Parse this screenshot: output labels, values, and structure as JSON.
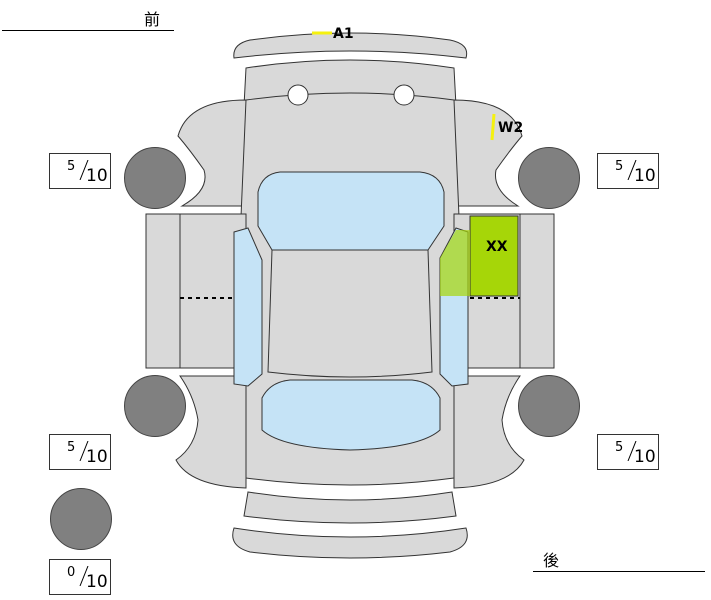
{
  "header": {
    "front_label": "前",
    "rear_label": "後"
  },
  "damage_marks": [
    {
      "code": "A1",
      "location": "front-bumper"
    },
    {
      "code": "W2",
      "location": "front-right-fender"
    },
    {
      "code": "XX",
      "location": "right-front-door"
    }
  ],
  "tires": {
    "front_left": {
      "value": "5",
      "denominator": "10"
    },
    "front_right": {
      "value": "5",
      "denominator": "10"
    },
    "rear_left": {
      "value": "5",
      "denominator": "10"
    },
    "rear_right": {
      "value": "5",
      "denominator": "10"
    },
    "spare": {
      "value": "0",
      "denominator": "10"
    }
  },
  "colors": {
    "body": "#d9d9d9",
    "glass": "#c5e3f6",
    "damage_panel": "#a6d608",
    "damage_mark": "#f5f10f",
    "tire": "#808080"
  }
}
